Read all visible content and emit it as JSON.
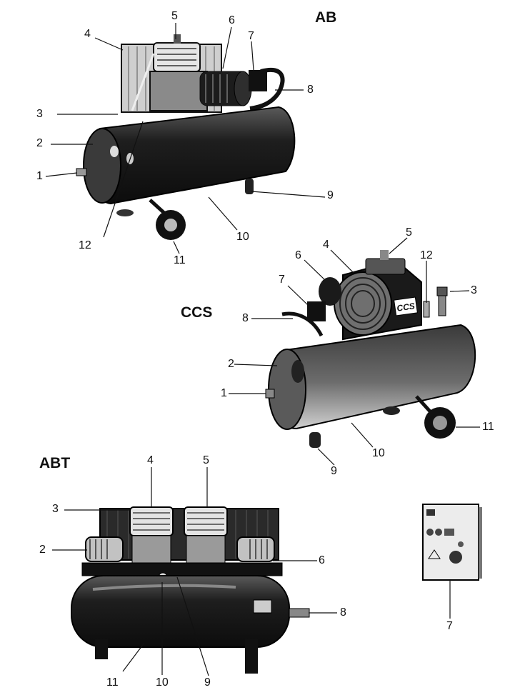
{
  "sections": {
    "ab": {
      "title": "AB",
      "labels": [
        "5",
        "4",
        "6",
        "7",
        "8",
        "3",
        "2",
        "1",
        "9",
        "12",
        "10",
        "11"
      ]
    },
    "ccs": {
      "title": "CCS",
      "badge": "CCS",
      "labels": [
        "5",
        "4",
        "6",
        "12",
        "3",
        "7",
        "8",
        "2",
        "1",
        "11",
        "10",
        "9"
      ]
    },
    "abt": {
      "title": "ABT",
      "labels": [
        "4",
        "5",
        "3",
        "2",
        "6",
        "8",
        "11",
        "10",
        "9"
      ]
    },
    "panel": {
      "labels": [
        "7"
      ]
    }
  },
  "colors": {
    "ink": "#111111",
    "body": "#2a2a2a",
    "light": "#9a9a9a"
  }
}
